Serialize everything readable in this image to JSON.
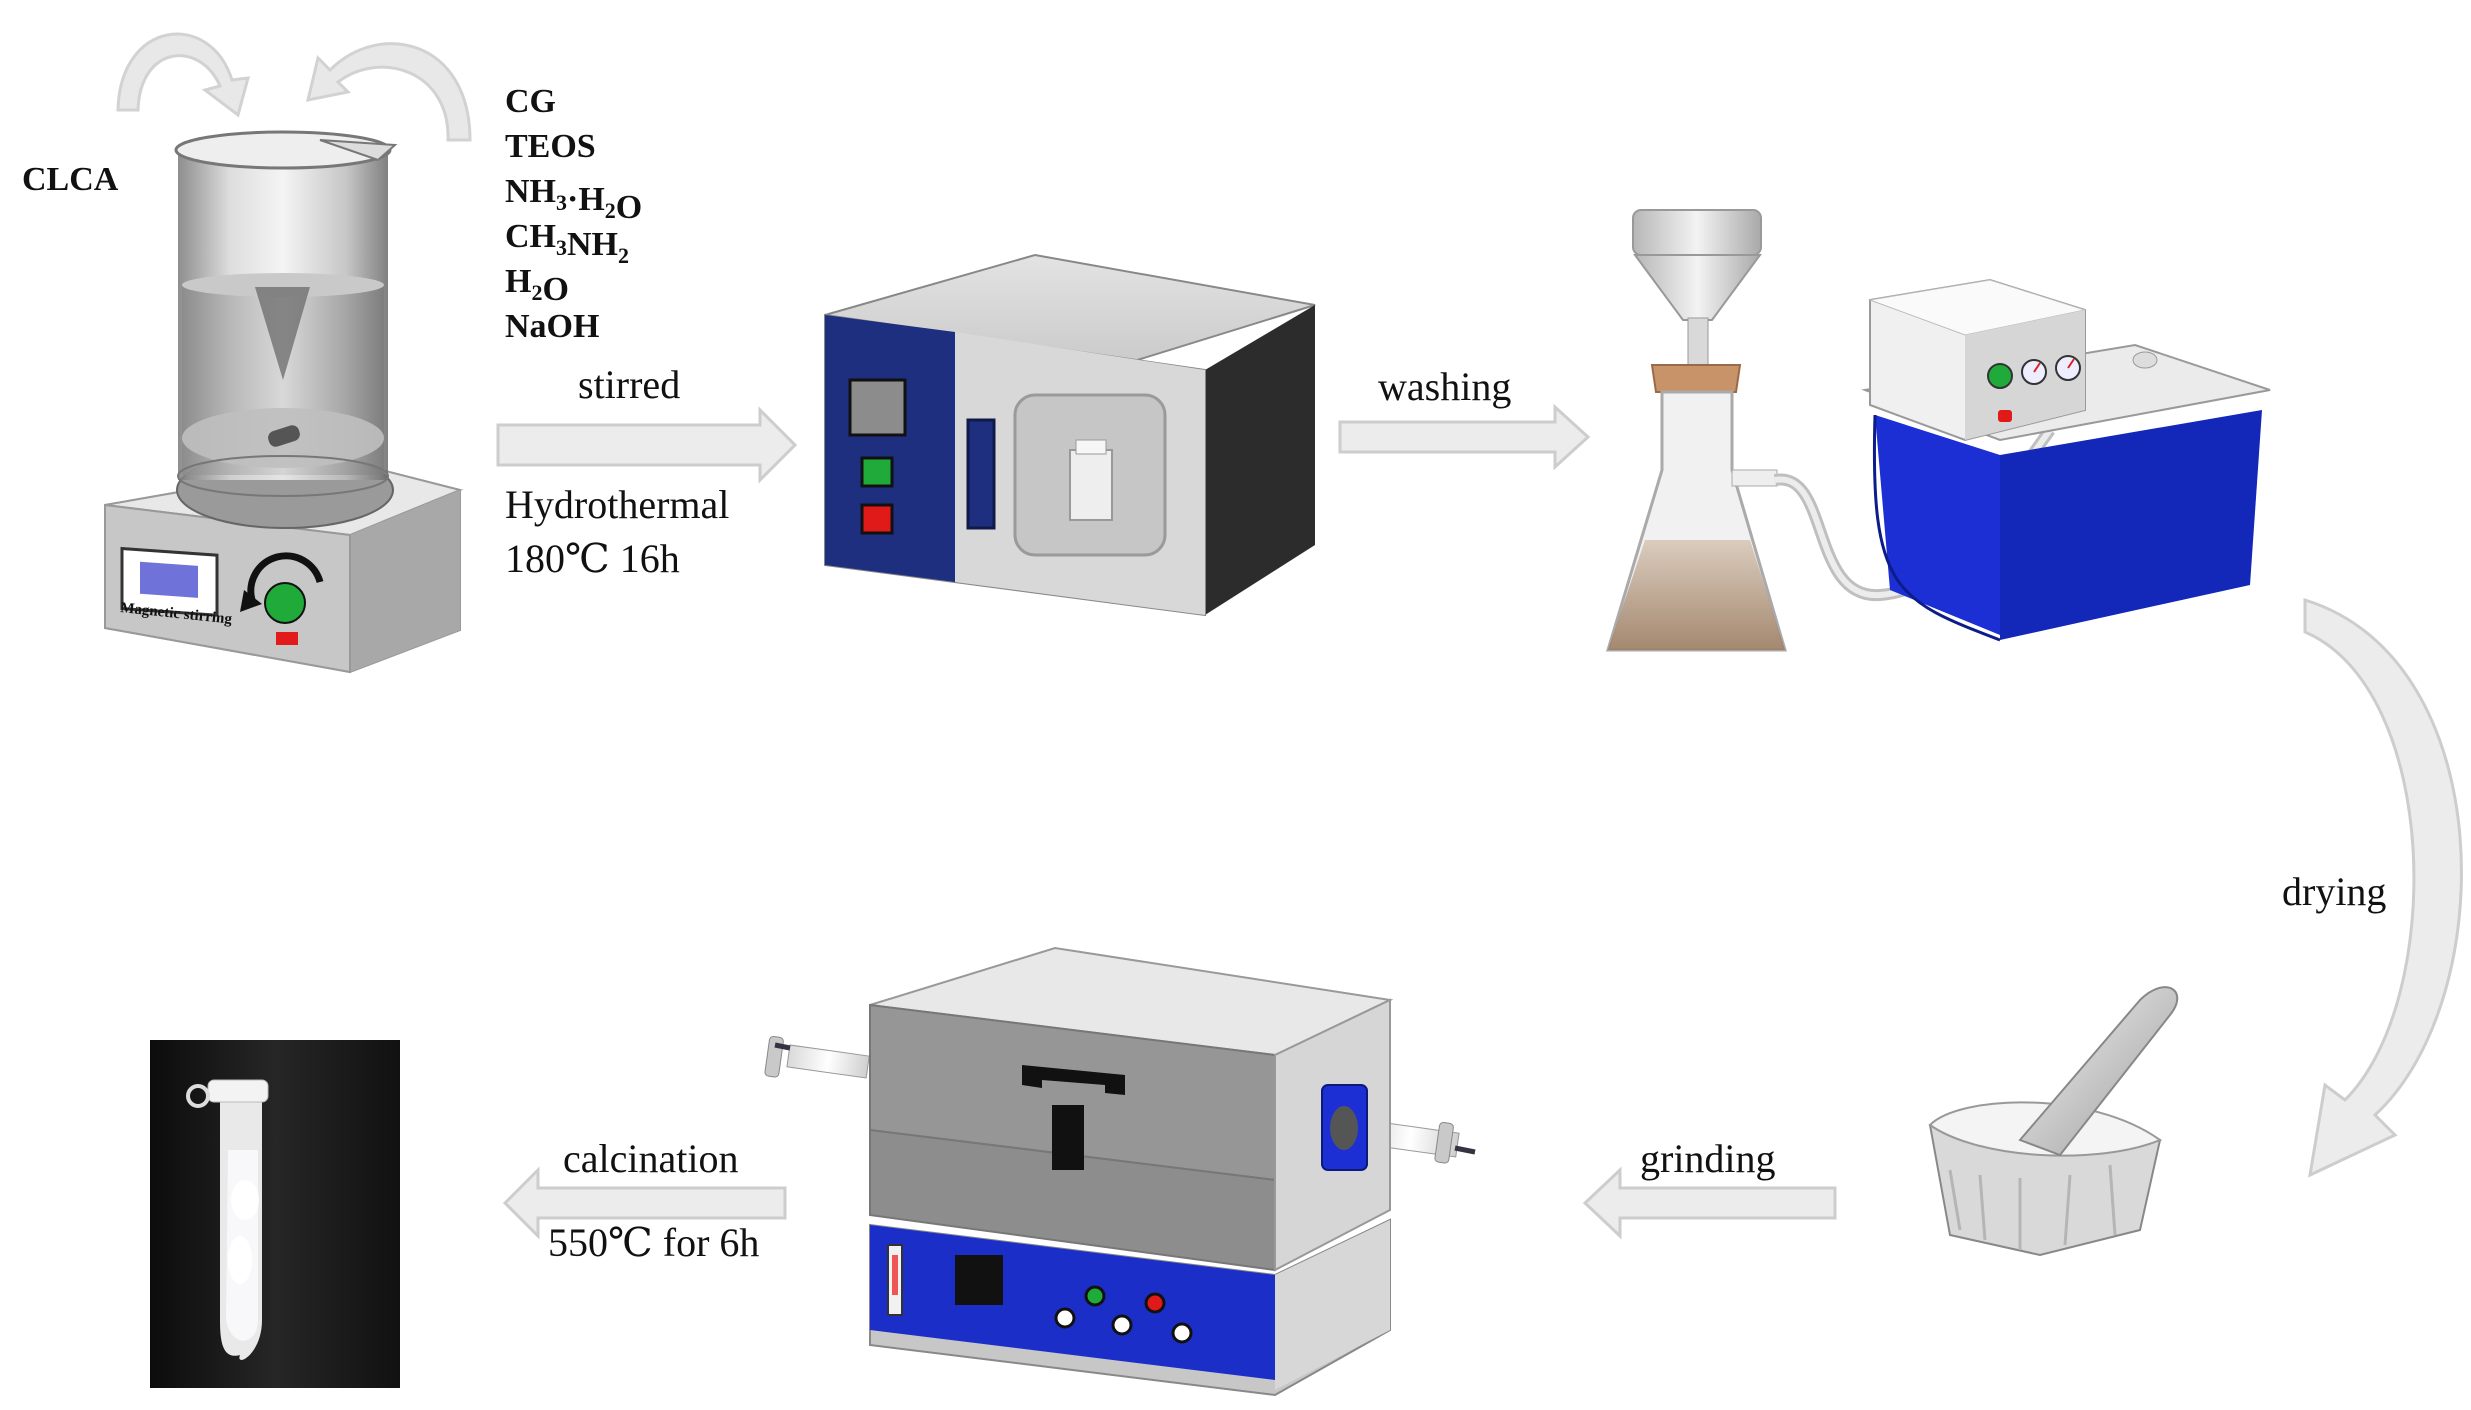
{
  "figure": {
    "input_label": "CLCA",
    "reagents": [
      {
        "base": "CG",
        "parts": [
          [
            "CG",
            ""
          ]
        ]
      },
      {
        "base": "TEOS",
        "parts": [
          [
            "TEOS",
            ""
          ]
        ]
      },
      {
        "base": "NH3·H2O",
        "parts": [
          [
            "NH",
            "n"
          ],
          [
            "3",
            "s"
          ],
          [
            "·H",
            "n"
          ],
          [
            "2",
            "s"
          ],
          [
            "O",
            "n"
          ]
        ]
      },
      {
        "base": "CH3NH2",
        "parts": [
          [
            "CH",
            "n"
          ],
          [
            "3",
            "s"
          ],
          [
            "NH",
            "n"
          ],
          [
            "2",
            "s"
          ]
        ]
      },
      {
        "base": "H2O",
        "parts": [
          [
            "H",
            "n"
          ],
          [
            "2",
            "s"
          ],
          [
            "O",
            "n"
          ]
        ]
      },
      {
        "base": "NaOH",
        "parts": [
          [
            "NaOH",
            "n"
          ]
        ]
      }
    ],
    "stirrer_label": "Magnetic stirring",
    "steps": {
      "stirred": "stirred",
      "hydrothermal_1": "Hydrothermal",
      "hydrothermal_2": "180℃  16h",
      "washing": "washing",
      "drying": "drying",
      "grinding": "grinding",
      "calcination_1": "calcination",
      "calcination_2": "550℃  for 6h"
    }
  },
  "colors": {
    "arrow": "#e6e6e6",
    "arrow_stroke": "#cfcfcf",
    "oven_blue": "#1a2f7a",
    "pump_blue": "#1a2fcc",
    "tube_furnace_gray": "#8c8c8c",
    "button_green": "#1fa83a",
    "button_red": "#e01919"
  }
}
